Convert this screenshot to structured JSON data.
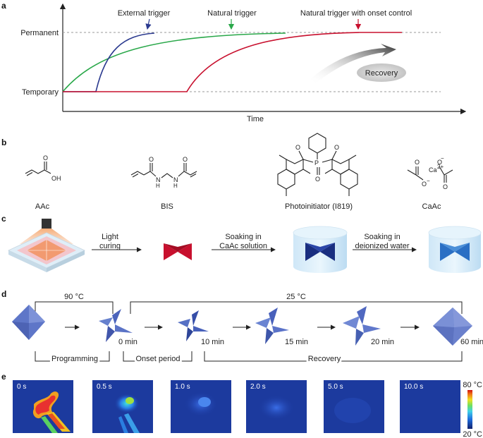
{
  "panels": [
    "a",
    "b",
    "c",
    "d",
    "e"
  ],
  "panel_a": {
    "y_labels": [
      "Permanent",
      "Temporary"
    ],
    "x_label": "Time",
    "triggers": [
      "External trigger",
      "Natural trigger",
      "Natural trigger with onset control"
    ],
    "recovery_label": "Recovery",
    "colors": {
      "external": "#2b3a8f",
      "natural": "#2aa84a",
      "onset": "#c8102e"
    }
  },
  "panel_b": {
    "compounds": [
      "AAc",
      "BIS",
      "Photoinitiator (I819)",
      "CaAc"
    ],
    "atoms": {
      "O": "O",
      "OH": "OH",
      "H": "H",
      "N": "N",
      "P": "P",
      "Ca": "Ca",
      "ca_charge": "2+",
      "neg": "−"
    }
  },
  "panel_c": {
    "steps": [
      "Light\ncuring",
      "Soaking in\nCaAc solution",
      "Soaking in\ndeionized water"
    ]
  },
  "panel_d": {
    "temps": [
      "90 °C",
      "25 °C"
    ],
    "times": [
      "0 min",
      "10 min",
      "15 min",
      "20 min",
      "60 min"
    ],
    "phases": [
      "Programming",
      "Onset period",
      "Recovery"
    ]
  },
  "panel_e": {
    "frames": [
      "0 s",
      "0.5 s",
      "1.0 s",
      "2.0 s",
      "5.0 s",
      "10.0 s"
    ],
    "colorbar": {
      "max": "80 °C",
      "min": "20 °C"
    }
  }
}
